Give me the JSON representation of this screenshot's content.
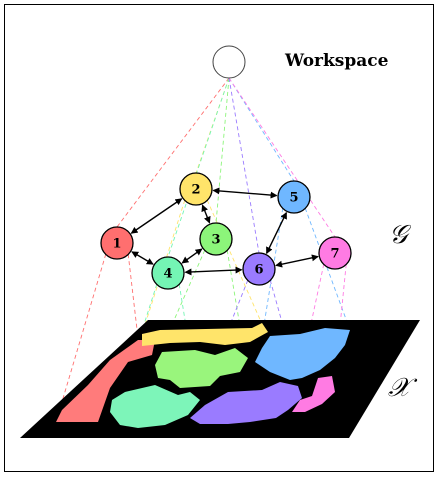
{
  "workspace_label": "Workspace",
  "graph_label": "𝒢",
  "space_label": "𝒳",
  "graph": {
    "nodes": [
      {
        "id": "1",
        "color": "#ff6f6f"
      },
      {
        "id": "2",
        "color": "#ffe46a"
      },
      {
        "id": "3",
        "color": "#8cf57a"
      },
      {
        "id": "4",
        "color": "#74f5b4"
      },
      {
        "id": "5",
        "color": "#6fb7ff"
      },
      {
        "id": "6",
        "color": "#9a7bff"
      },
      {
        "id": "7",
        "color": "#ff7be3"
      }
    ],
    "edges": [
      [
        "1",
        "2"
      ],
      [
        "1",
        "4"
      ],
      [
        "2",
        "3"
      ],
      [
        "3",
        "4"
      ],
      [
        "5",
        "2"
      ],
      [
        "5",
        "6"
      ],
      [
        "4",
        "6"
      ],
      [
        "6",
        "7"
      ]
    ]
  },
  "workspace_node_color": "#ffffff",
  "map_background_color": "#000000",
  "region_colors": {
    "1": "#ff7b7b",
    "2": "#ffe46a",
    "3": "#99f57c",
    "4": "#7df5b9",
    "5": "#6fb7ff",
    "6": "#9a7bff",
    "7": "#ff7be3"
  }
}
